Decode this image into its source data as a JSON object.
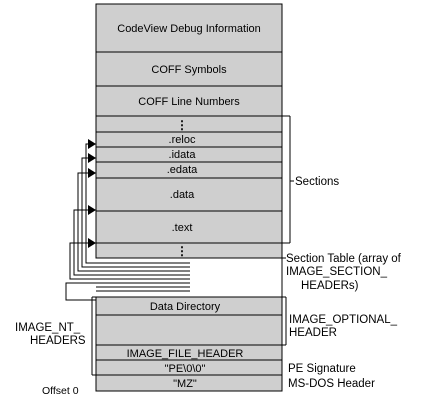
{
  "blocks": {
    "codeview": "CodeView Debug Information",
    "coff_symbols": "COFF Symbols",
    "coff_line_numbers": "COFF Line Numbers",
    "ellipsis_top": "⋮",
    "reloc": ".reloc",
    "idata": ".idata",
    "edata": ".edata",
    "data": ".data",
    "text": ".text",
    "ellipsis_bottom": "⋮",
    "data_directory": "Data Directory",
    "image_file_header": "IMAGE_FILE_HEADER",
    "pe_signature_value": "\"PE\\0\\0\"",
    "mz_value": "\"MZ\""
  },
  "labels": {
    "sections": "Sections",
    "section_table_line1": "Section Table (array of",
    "section_table_line2": "IMAGE_SECTION_",
    "section_table_line3": "HEADERs)",
    "optional_header_line1": "IMAGE_OPTIONAL_",
    "optional_header_line2": "HEADER",
    "pe_signature": "PE Signature",
    "msdos_header": "MS-DOS Header",
    "nt_headers_line1": "IMAGE_NT_",
    "nt_headers_line2": "HEADERS",
    "offset": "Offset 0"
  }
}
